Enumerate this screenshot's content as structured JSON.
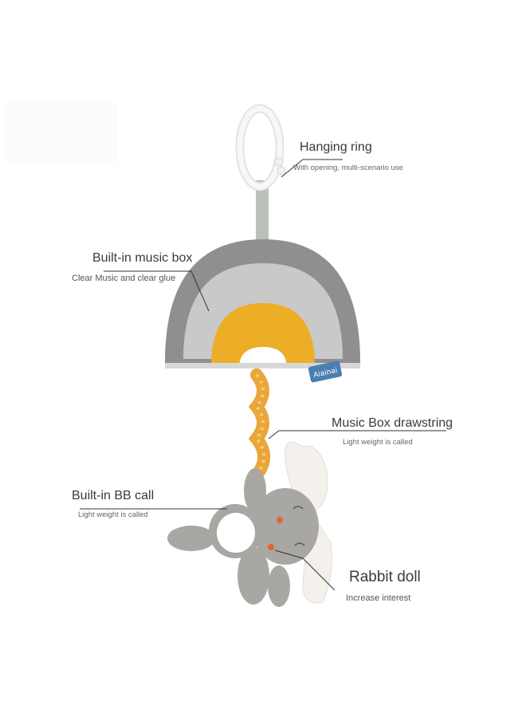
{
  "colors": {
    "background": "#ffffff",
    "rainbow_outer": "#8f8f90",
    "rainbow_mid": "#c9c9ca",
    "rainbow_yellow": "#ecae27",
    "rainbow_center": "#ffffff",
    "plush_gray": "#a9a7a4",
    "ear_inner": "#ffffff",
    "ribbon": "#e9a63a",
    "tag": "#4a7fb2",
    "ring": "#f4f4f4",
    "line": "#333333"
  },
  "tag_label": "Aiainai",
  "callouts": {
    "hanging_ring": {
      "title": "Hanging ring",
      "subtitle": "With opening, multi-scenario use"
    },
    "music_box": {
      "title": "Built-in music box",
      "subtitle": "Clear Music and clear glue"
    },
    "drawstring": {
      "title": "Music Box drawstring",
      "subtitle": "Light weight is called"
    },
    "bb_call": {
      "title": "Built-in BB call",
      "subtitle": "Light weight is called"
    },
    "rabbit": {
      "title": "Rabbit doll",
      "subtitle": "Increase interest"
    }
  }
}
